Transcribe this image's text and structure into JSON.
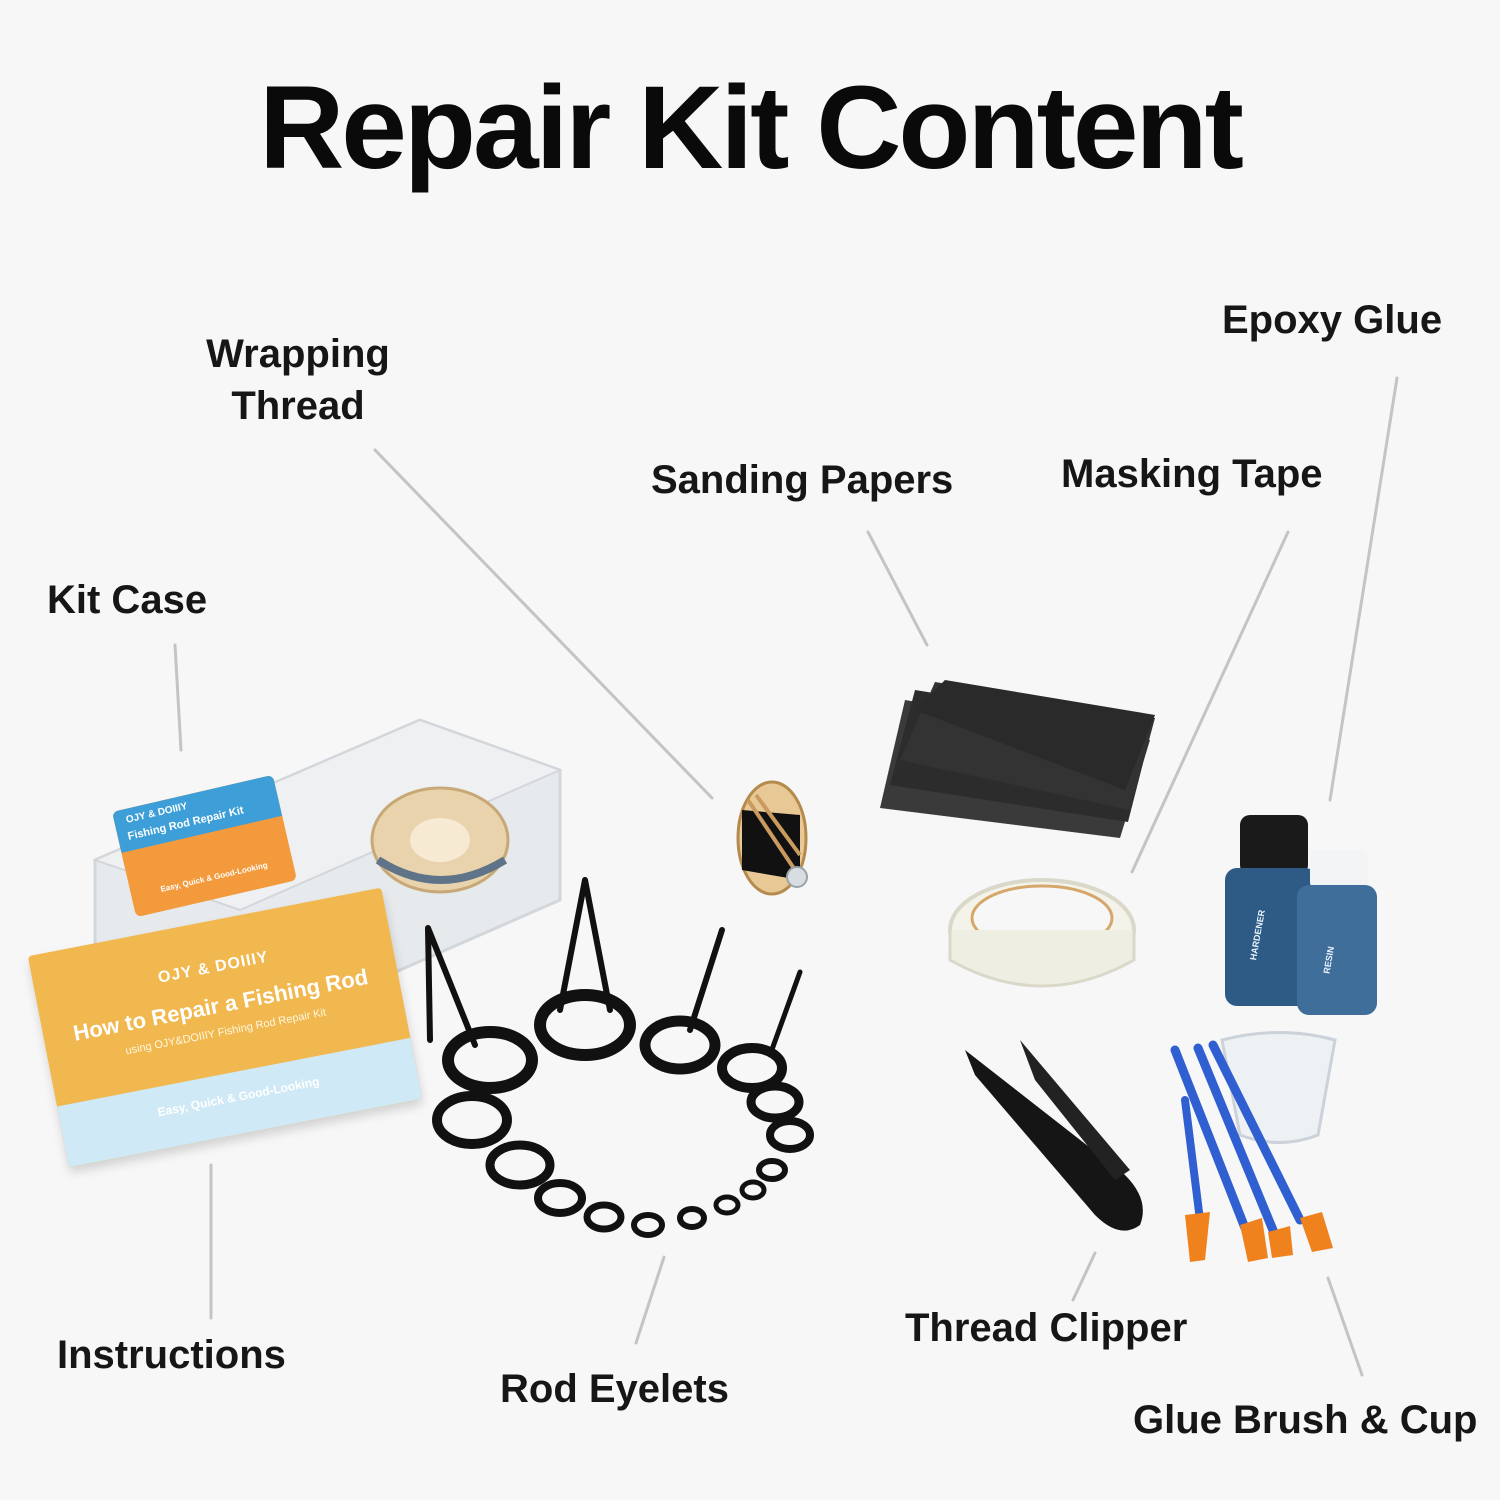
{
  "title": "Repair Kit Content",
  "labels": {
    "wrapping_thread_line1": "Wrapping",
    "wrapping_thread_line2": "Thread",
    "epoxy_glue": "Epoxy Glue",
    "sanding_papers": "Sanding Papers",
    "masking_tape": "Masking Tape",
    "kit_case": "Kit Case",
    "instructions": "Instructions",
    "rod_eyelets": "Rod Eyelets",
    "thread_clipper": "Thread Clipper",
    "glue_brush_cup": "Glue Brush & Cup"
  },
  "instruction_card": {
    "brand": "OJY & DOIIIY",
    "heading": "How to Repair a Fishing Rod",
    "subheading": "using OJY&DOIIIY Fishing Rod Repair Kit",
    "tagline": "Easy, Quick & Good-Looking"
  },
  "case_label": {
    "brand": "OJY & DOIIIY",
    "heading": "Fishing Rod Repair Kit",
    "tagline": "Easy, Quick & Good-Looking"
  },
  "bottles": {
    "left": "HARDENER",
    "right": "RESIN"
  },
  "colors": {
    "background": "#f7f7f8",
    "text": "#111111",
    "leader": "#c4c4c4",
    "card_orange": "#f0b84f",
    "brush_blue": "#2f5fd0",
    "bristle_orange": "#f0821e"
  }
}
